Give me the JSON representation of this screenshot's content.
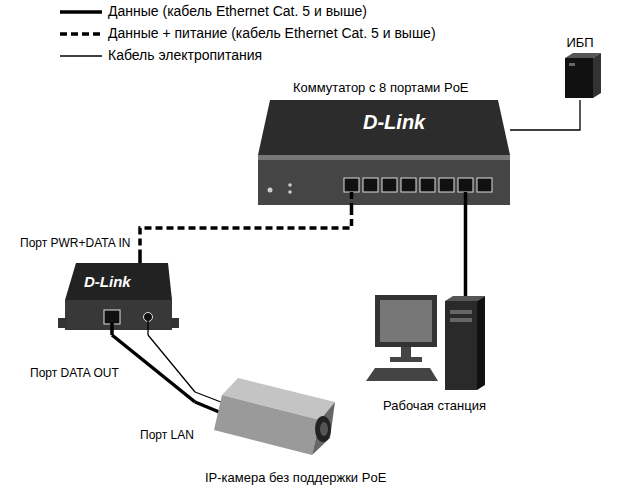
{
  "diagram": {
    "nodes": [
      {
        "text": [
          "ИБП"
        ]
      },
      {
        "text": [
          "Коммутатор с 8 портами PoE",
          "D-Link"
        ]
      },
      {
        "text": [
          "D-Link"
        ]
      },
      {
        "text": [
          "Рабочая станция"
        ]
      },
      {
        "text": [
          "IP-камера без поддержки PoE"
        ]
      }
    ],
    "edges": [
      {
        "from": 0,
        "to": 1,
        "arrow": "none"
      },
      {
        "from": 1,
        "to": 2,
        "arrow": "none"
      },
      {
        "from": 1,
        "to": 3,
        "arrow": "none"
      },
      {
        "from": 2,
        "to": 4,
        "arrow": "none"
      },
      {
        "from": 2,
        "to": 4,
        "arrow": "none"
      }
    ],
    "labels": [
      "Порт PWR+DATA IN",
      "Порт DATA OUT",
      "Порт LAN"
    ],
    "legend": [
      {
        "text": "Данные (кабель Ethernet Cat. 5 и выше)"
      },
      {
        "text": "Данные + питание (кабель Ethernet Cat. 5 и выше)"
      },
      {
        "text": "Кабель электропитания"
      }
    ]
  }
}
